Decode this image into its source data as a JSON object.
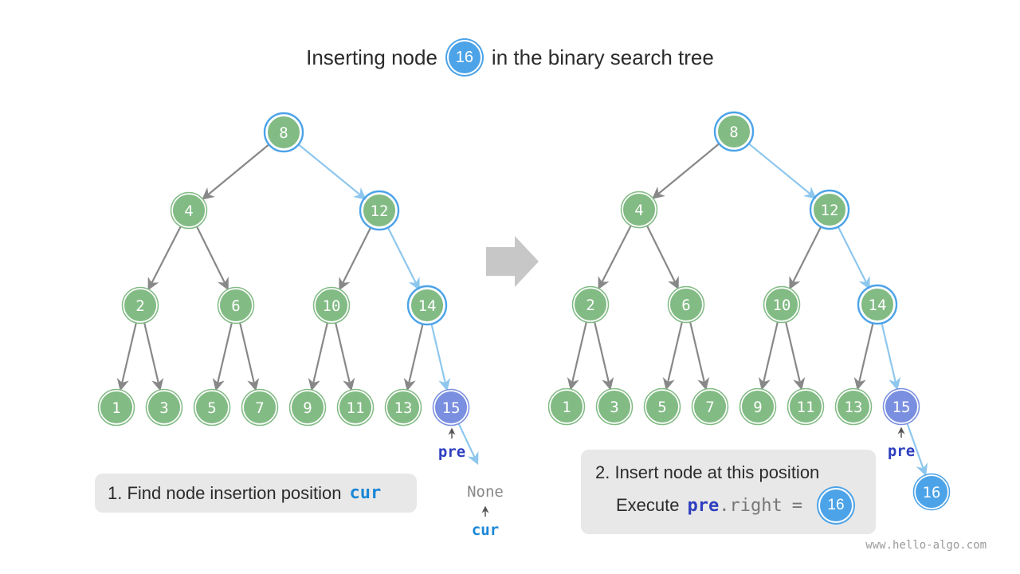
{
  "title": {
    "prefix": "Inserting node",
    "node_value": "16",
    "suffix": "in the binary search tree"
  },
  "colors": {
    "node_green": "#82bb84",
    "node_blue_fill": "#7a8fe0",
    "highlight_ring": "#4ca3e8",
    "path_edge": "#8ec7ee",
    "normal_edge": "#888888",
    "new_node": "#4ca3e8",
    "arrow_gray": "#c7c7c7"
  },
  "trees": [
    {
      "panel": "left",
      "nodes": [
        "8",
        "4",
        "12",
        "2",
        "6",
        "10",
        "14",
        "1",
        "3",
        "5",
        "7",
        "9",
        "11",
        "13",
        "15"
      ],
      "highlighted_nodes": [
        "8",
        "12",
        "14"
      ],
      "current_node": "15",
      "pointer_pre": "pre",
      "none_label": "None",
      "pointer_cur": "cur"
    },
    {
      "panel": "right",
      "nodes": [
        "8",
        "4",
        "12",
        "2",
        "6",
        "10",
        "14",
        "1",
        "3",
        "5",
        "7",
        "9",
        "11",
        "13",
        "15"
      ],
      "highlighted_nodes": [
        "8",
        "12",
        "14"
      ],
      "current_node": "15",
      "pointer_pre": "pre",
      "inserted_node": "16"
    }
  ],
  "step1": {
    "text": "1. Find node insertion position",
    "code": "cur"
  },
  "step2": {
    "line1": "2. Insert node at this position",
    "execute": "Execute",
    "code_pre": "pre",
    "code_dot": ".",
    "code_right": "right",
    "code_eq": "=",
    "node_value": "16"
  },
  "watermark": "www.hello-algo.com"
}
